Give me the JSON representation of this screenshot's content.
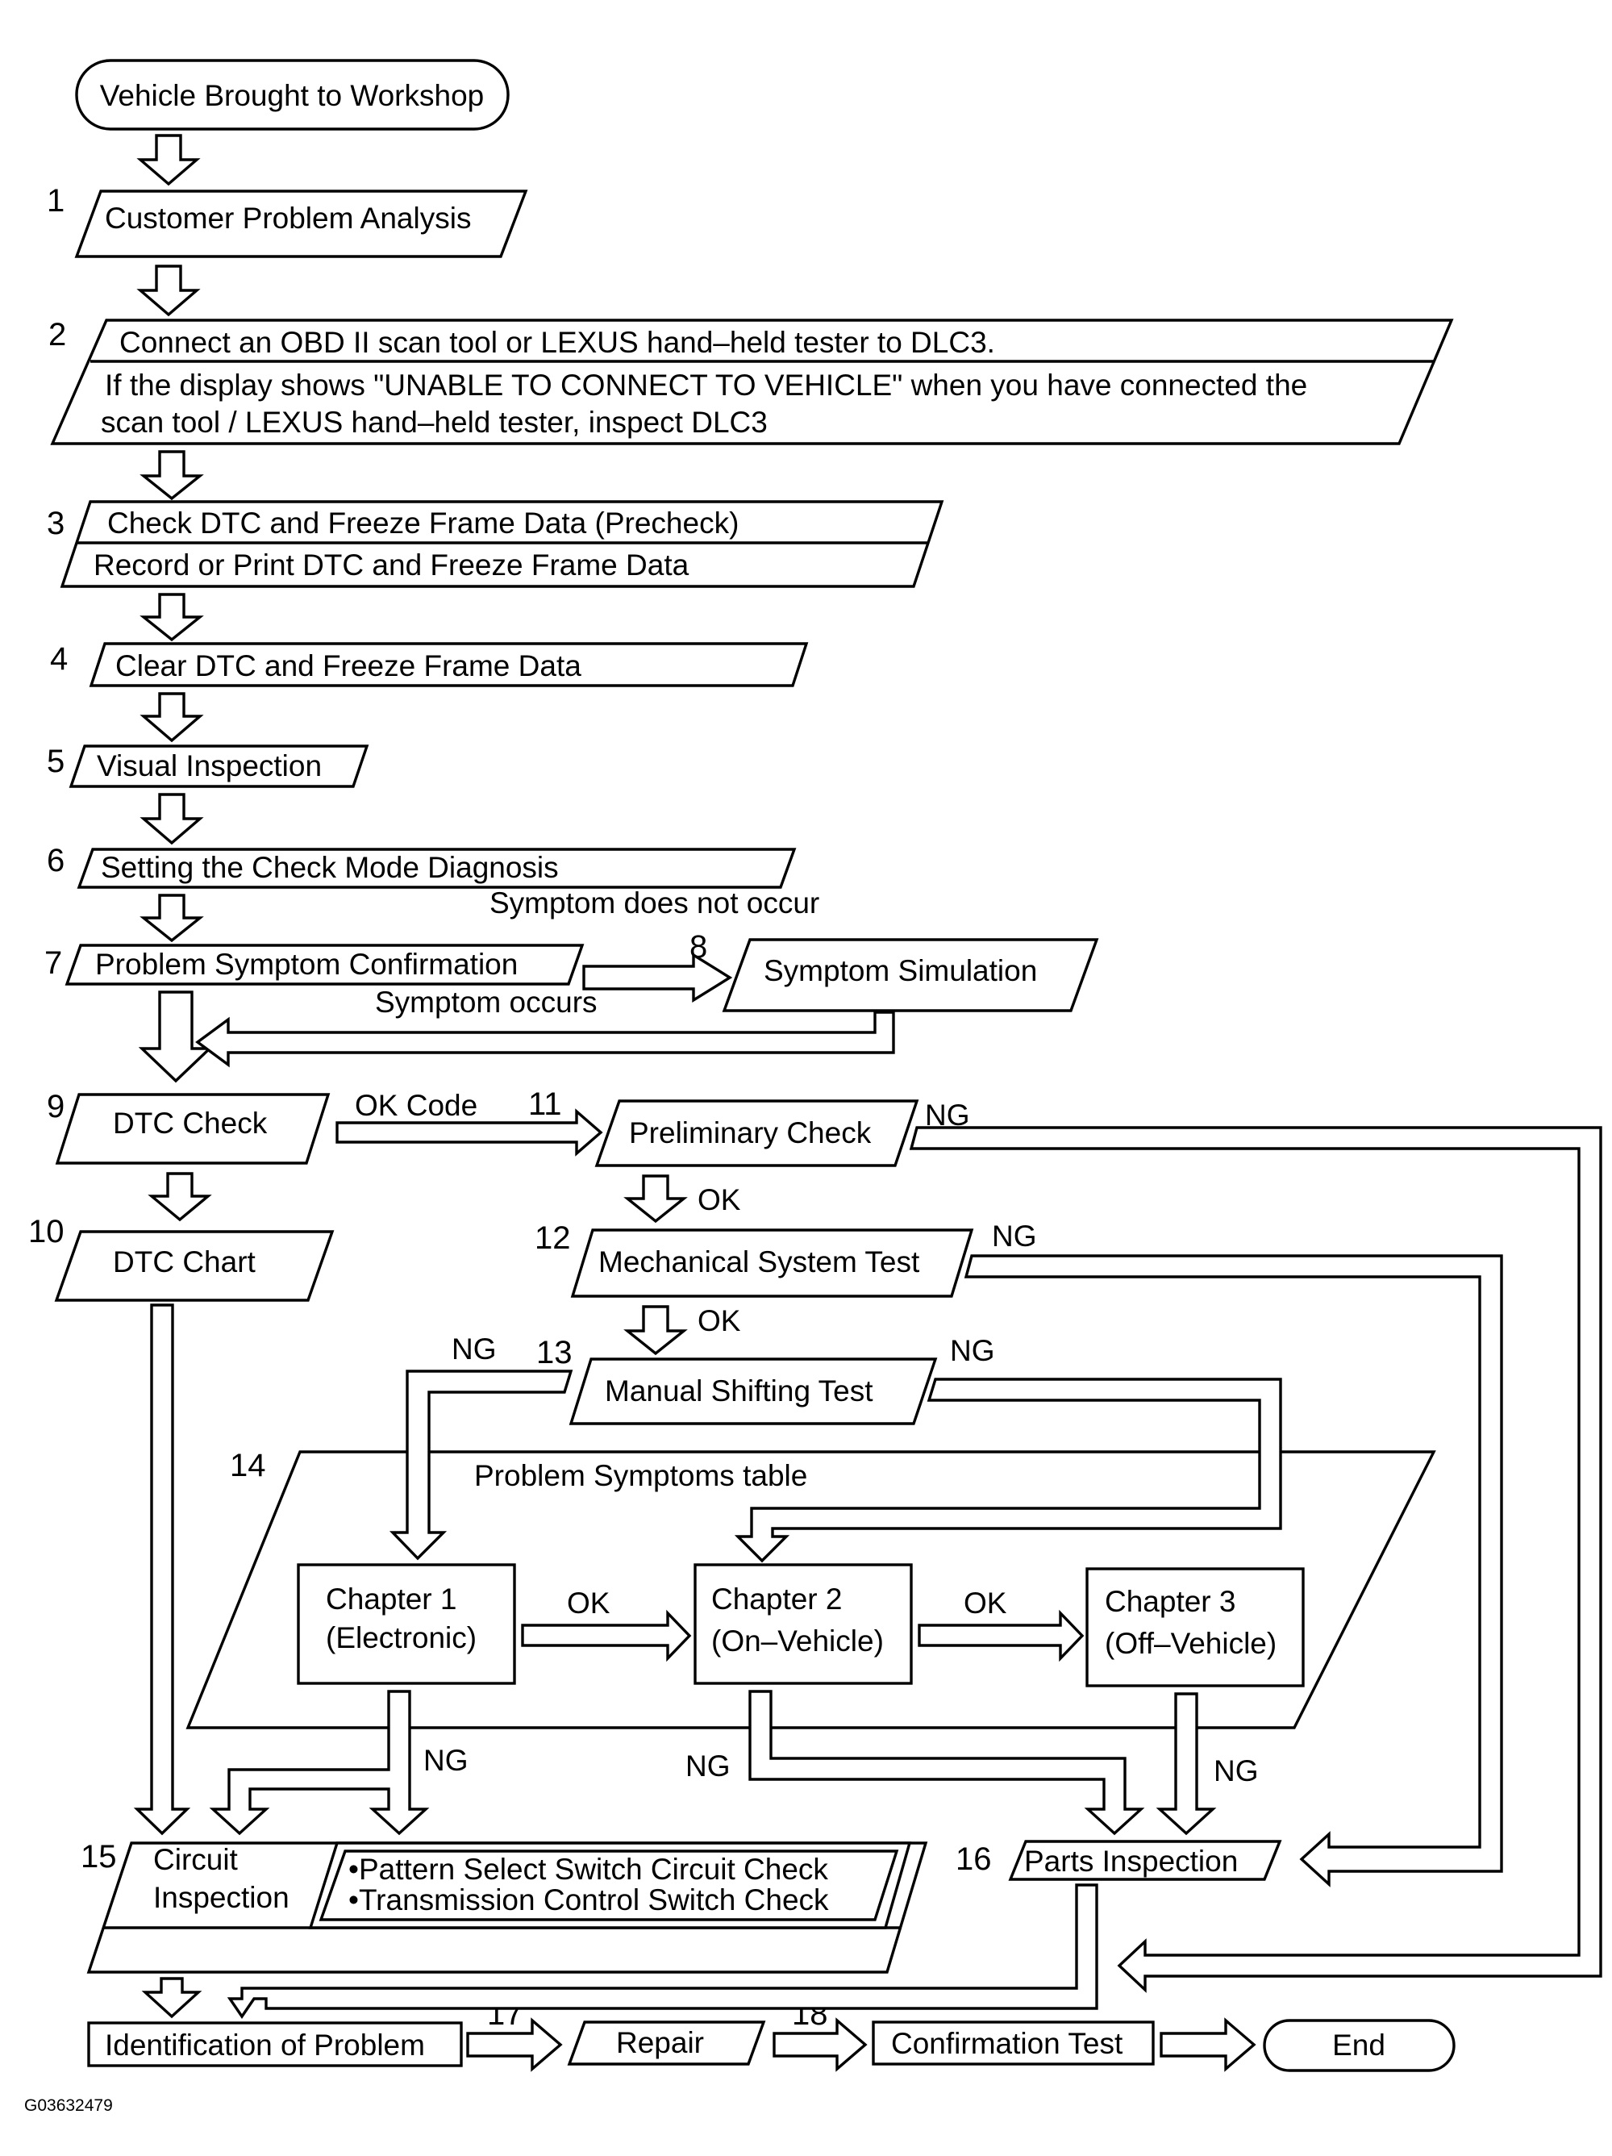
{
  "start": "Vehicle Brought to Workshop",
  "end": "End",
  "steps": {
    "s1": {
      "num": "1",
      "label": "Customer Problem Analysis"
    },
    "s2": {
      "num": "2",
      "line1": "Connect an OBD II scan tool or LEXUS hand–held tester to DLC3.",
      "line2": "If the display shows \"UNABLE TO CONNECT TO VEHICLE\" when you have connected the",
      "line3": "scan tool / LEXUS hand–held tester, inspect DLC3"
    },
    "s3": {
      "num": "3",
      "line1": "Check DTC and Freeze Frame Data (Precheck)",
      "line2": "Record or Print DTC and Freeze Frame Data"
    },
    "s4": {
      "num": "4",
      "label": "Clear DTC and Freeze Frame Data"
    },
    "s5": {
      "num": "5",
      "label": "Visual Inspection"
    },
    "s6": {
      "num": "6",
      "label": "Setting the Check Mode Diagnosis"
    },
    "s7": {
      "num": "7",
      "label": "Problem Symptom Confirmation"
    },
    "s8": {
      "num": "8",
      "label": "Symptom Simulation"
    },
    "s9": {
      "num": "9",
      "label": "DTC Check"
    },
    "s10": {
      "num": "10",
      "label": "DTC Chart"
    },
    "s11": {
      "num": "11",
      "label": "Preliminary Check"
    },
    "s12": {
      "num": "12",
      "label": "Mechanical System Test"
    },
    "s13": {
      "num": "13",
      "label": "Manual Shifting Test"
    },
    "s14": {
      "num": "14",
      "label": "Problem Symptoms table"
    },
    "s15": {
      "num": "15",
      "line1": "Circuit",
      "line2": "Inspection",
      "item1": "•Pattern Select Switch Circuit Check",
      "item2": "•Transmission Control Switch Check"
    },
    "s16": {
      "num": "16",
      "label": "Parts Inspection"
    },
    "s17": {
      "num": "17",
      "label": "Repair"
    },
    "s18": {
      "num": "18",
      "label": "Confirmation Test"
    },
    "identification": "Identification of Problem"
  },
  "chapters": [
    {
      "line1": "Chapter 1",
      "line2": "(Electronic)"
    },
    {
      "line1": "Chapter 2",
      "line2": "(On–Vehicle)"
    },
    {
      "line1": "Chapter 3",
      "line2": "(Off–Vehicle)"
    }
  ],
  "flow_labels": {
    "symptom_not_occur": "Symptom does not occur",
    "symptom_occurs": "Symptom occurs",
    "ok_code": "OK Code",
    "ok": "OK",
    "ng": "NG"
  },
  "figure_id": "G03632479"
}
